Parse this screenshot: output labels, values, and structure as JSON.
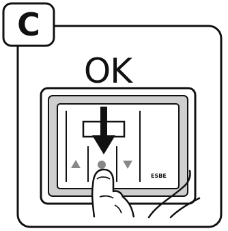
{
  "step": {
    "letter": "C"
  },
  "instruction": {
    "label": "OK"
  },
  "device": {
    "brand": "ESBE",
    "buttons": [
      "up-arrow",
      "ok-circle",
      "down-arrow"
    ]
  },
  "colors": {
    "stroke": "#111111",
    "panel_fill": "#cfcfcf",
    "badge_fill": "#ffffff",
    "background": "#ffffff"
  },
  "icons": [
    "pressing-arrow-icon",
    "finger-icon",
    "up-triangle-icon",
    "down-triangle-icon",
    "ok-button-icon"
  ]
}
